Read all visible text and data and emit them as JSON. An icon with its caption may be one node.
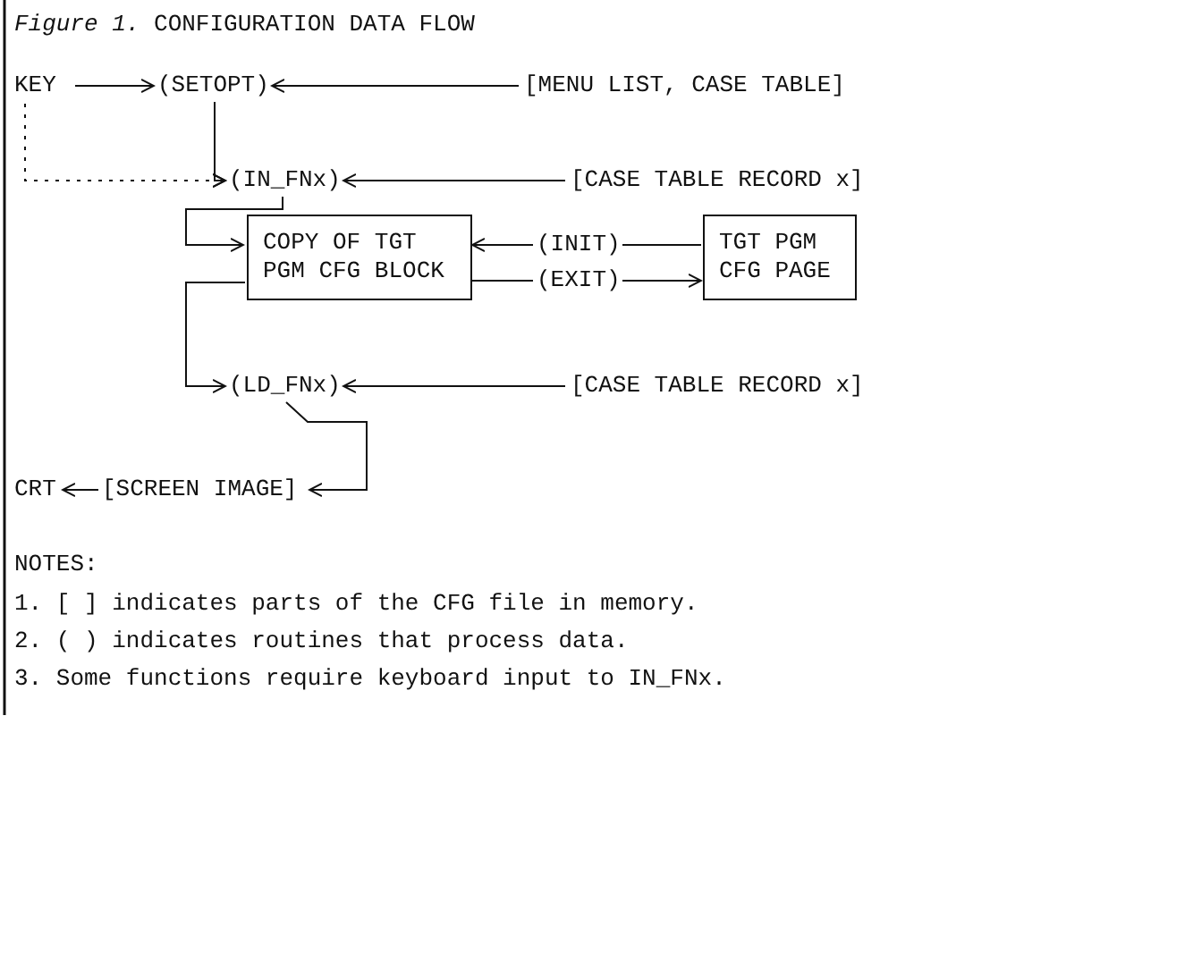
{
  "diagram": {
    "title": "*Figure 1.*  CONFIGURATION DATA FLOW",
    "nodes": [
      {
        "text": [
          "KEY"
        ]
      },
      {
        "text": [
          "(SETOPT)"
        ]
      },
      {
        "text": [
          "[MENU LIST, CASE TABLE]"
        ]
      },
      {
        "text": [
          "(IN_FNx)"
        ]
      },
      {
        "text": [
          "[CASE TABLE RECORD x]"
        ]
      },
      {
        "text": [
          "COPY OF TGT PGM CFG BLOCK"
        ]
      },
      {
        "text": [
          "(INIT)"
        ]
      },
      {
        "text": [
          "(EXIT)"
        ]
      },
      {
        "text": [
          "TGT PGM CFG PAGE"
        ]
      },
      {
        "text": [
          "(LD_FNx)"
        ]
      },
      {
        "text": [
          "[CASE TABLE RECORD x]"
        ]
      },
      {
        "text": [
          "CRT"
        ]
      },
      {
        "text": [
          "[SCREEN IMAGE]"
        ]
      }
    ],
    "edges": [
      {
        "from": 0,
        "to": 1,
        "arrow": "to"
      },
      {
        "from": 2,
        "to": 1,
        "arrow": "to"
      },
      {
        "from": 1,
        "to": 3,
        "arrow": "to"
      },
      {
        "from": 0,
        "to": 3,
        "arrow": "to",
        "style": "dashed"
      },
      {
        "from": 4,
        "to": 3,
        "arrow": "to"
      },
      {
        "from": 3,
        "to": 5,
        "arrow": "to"
      },
      {
        "from": 5,
        "to": 9,
        "arrow": "to"
      },
      {
        "from": 8,
        "to": 6,
        "arrow": "none"
      },
      {
        "from": 6,
        "to": 5,
        "arrow": "to"
      },
      {
        "from": 5,
        "to": 7,
        "arrow": "none"
      },
      {
        "from": 7,
        "to": 8,
        "arrow": "to"
      },
      {
        "from": 10,
        "to": 9,
        "arrow": "to"
      },
      {
        "from": 9,
        "to": 12,
        "arrow": "to"
      },
      {
        "from": 12,
        "to": 11,
        "arrow": "to"
      }
    ],
    "labels": [
      "NOTES:",
      "1. [ ] indicates parts of the CFG file in memory.",
      "2. ( ) indicates routines that process data.",
      "3. Some functions require keyboard input to IN_FNx."
    ]
  }
}
